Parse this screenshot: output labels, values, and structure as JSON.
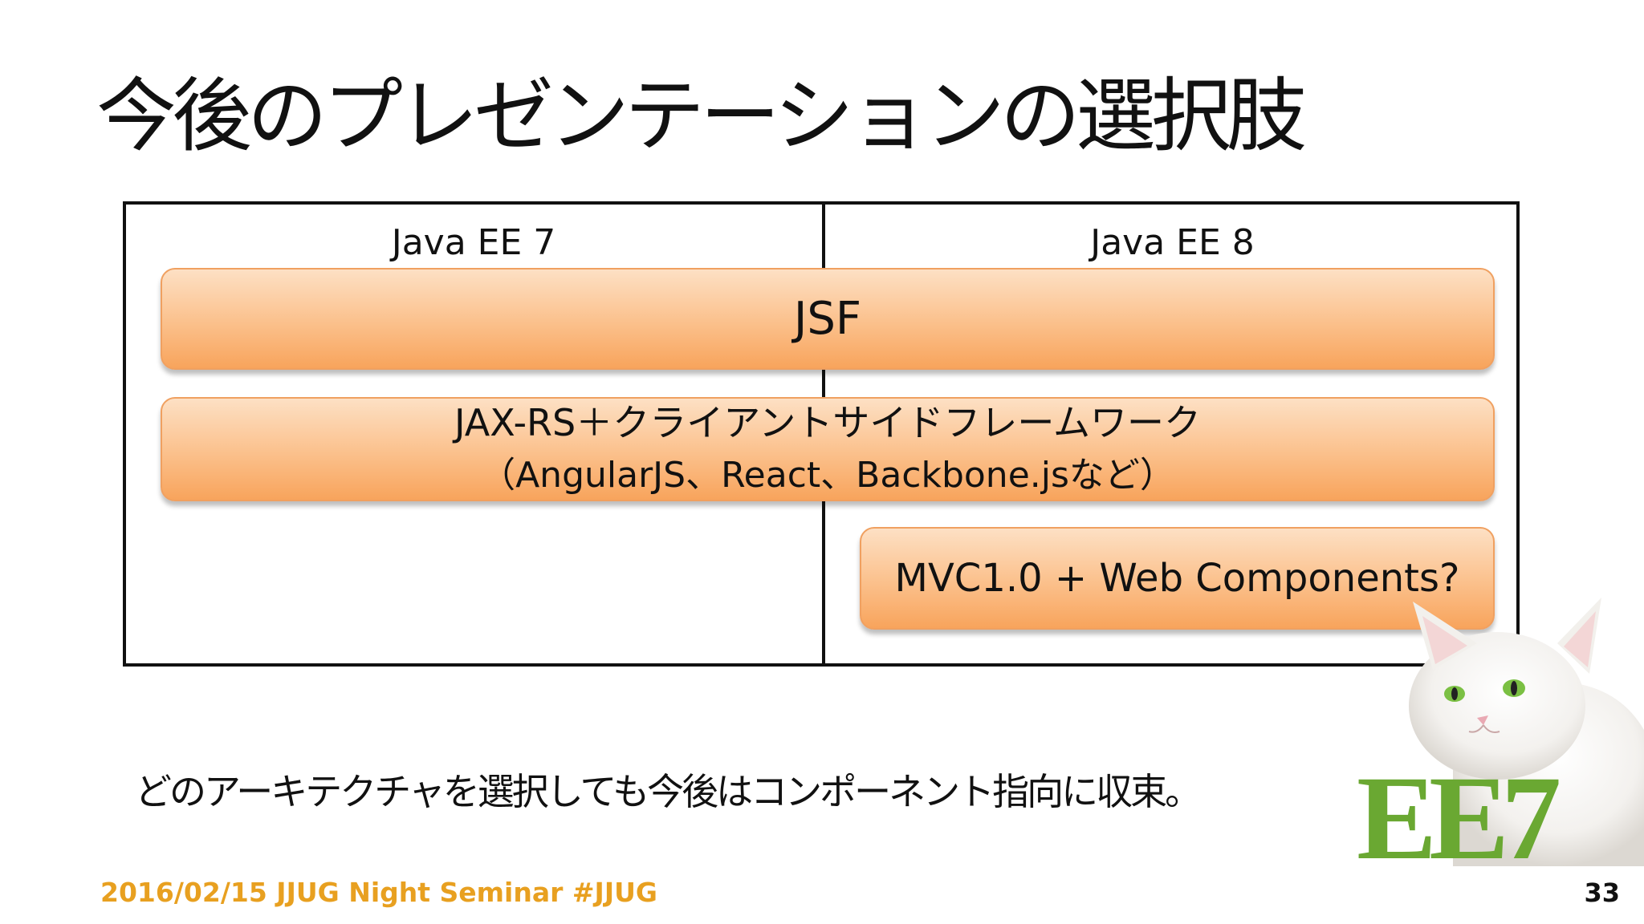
{
  "slide": {
    "title": "今後のプレゼンテーションの選択肢",
    "table": {
      "col_left": "Java EE 7",
      "col_right": "Java EE 8"
    },
    "bars": {
      "jsf": "JSF",
      "jax_line1": "JAX-RS＋クライアントサイドフレームワーク",
      "jax_line2": "（AngularJS、React、Backbone.jsなど）",
      "mvc": "MVC1.0 + Web Components?"
    },
    "note": "どのアーキテクチャを選択しても今後はコンポーネント指向に収束。",
    "logo_text": "EE7",
    "footer": "2016/02/15 JJUG Night Seminar  #JJUG",
    "page_number": "33"
  },
  "colors": {
    "footer": "#e8a020",
    "bar_fill": "#fbc08b",
    "logo_green": "#6aa832"
  },
  "images": {
    "cat": "white cat with green eyes (logo mascot)"
  }
}
